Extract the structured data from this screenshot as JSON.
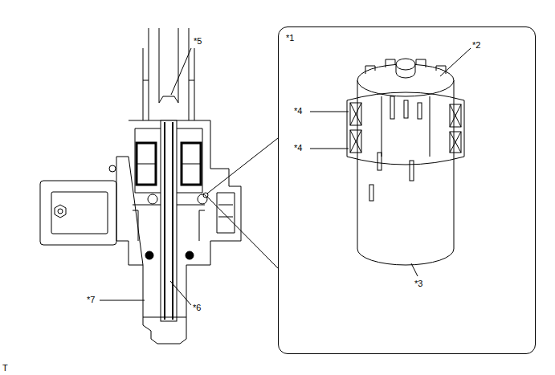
{
  "diagram": {
    "nodes": [
      {
        "text": [
          "*1"
        ]
      }
    ],
    "labels": [
      "*5",
      "*2",
      "*4",
      "*4",
      "*3",
      "*7",
      "*6",
      "T"
    ]
  }
}
